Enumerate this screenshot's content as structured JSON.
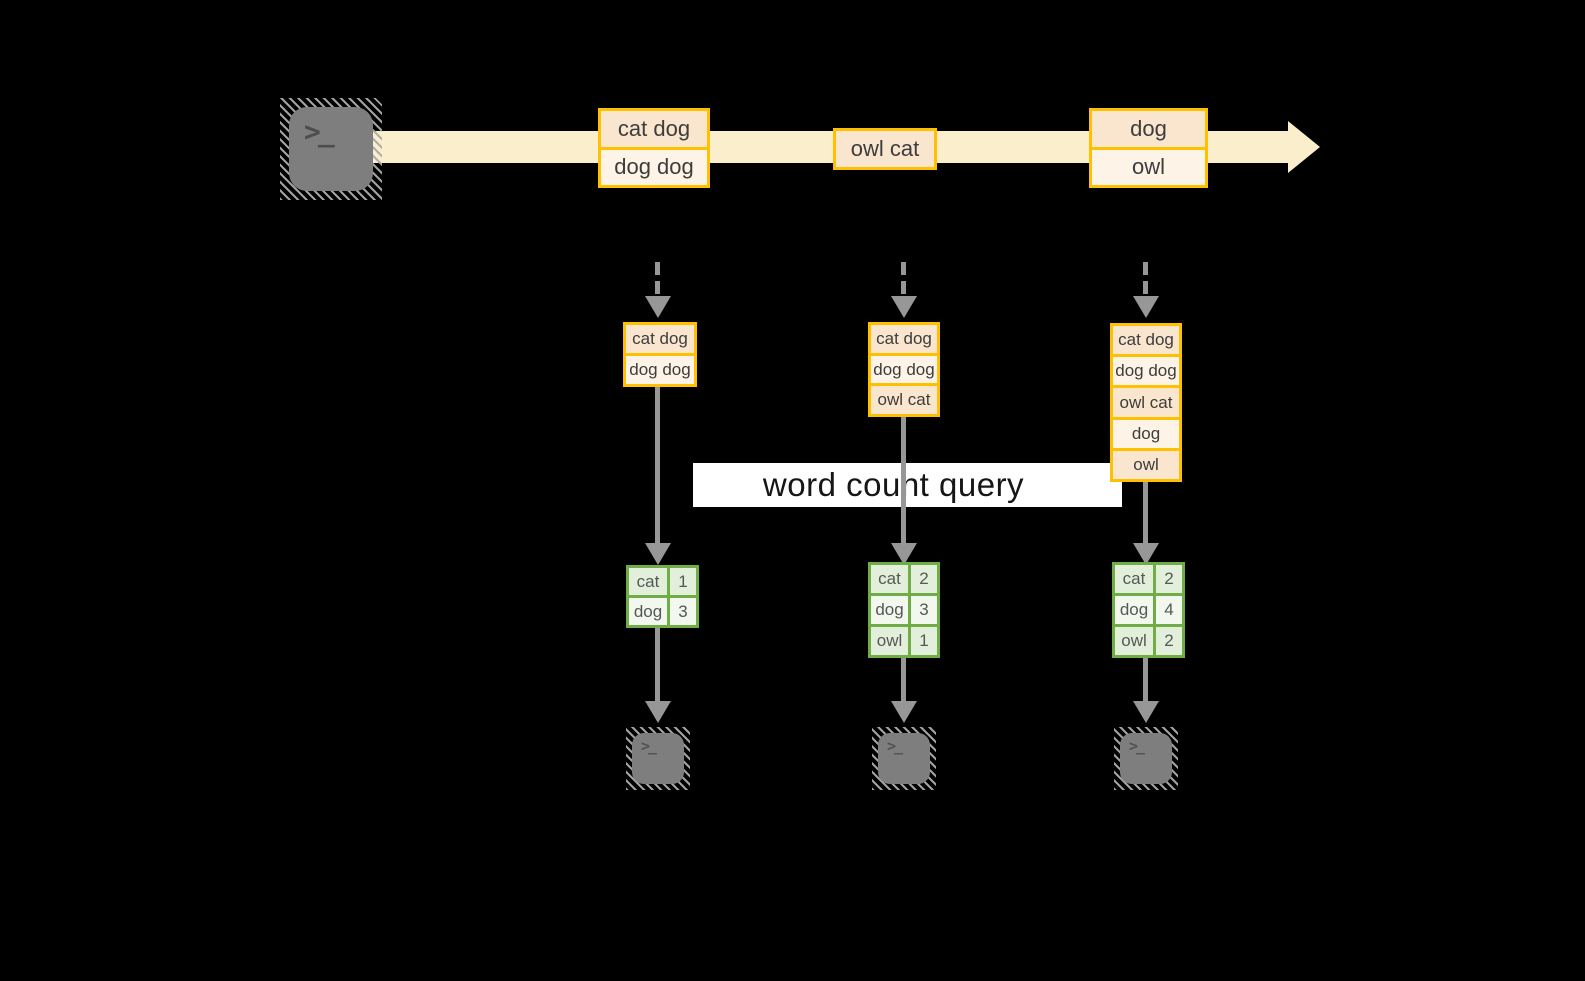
{
  "query": {
    "label": "word count query"
  },
  "stream": {
    "batches": [
      {
        "rows": [
          "cat dog",
          "dog dog"
        ]
      },
      {
        "rows": [
          "owl cat"
        ]
      },
      {
        "rows": [
          "dog",
          "owl"
        ]
      }
    ]
  },
  "snapshots": [
    {
      "input_rows": [
        "cat dog",
        "dog dog"
      ],
      "result": [
        {
          "word": "cat",
          "count": "1"
        },
        {
          "word": "dog",
          "count": "3"
        }
      ]
    },
    {
      "input_rows": [
        "cat dog",
        "dog dog",
        "owl cat"
      ],
      "result": [
        {
          "word": "cat",
          "count": "2"
        },
        {
          "word": "dog",
          "count": "3"
        },
        {
          "word": "owl",
          "count": "1"
        }
      ]
    },
    {
      "input_rows": [
        "cat dog",
        "dog dog",
        "owl cat",
        "dog",
        "owl"
      ],
      "result": [
        {
          "word": "cat",
          "count": "2"
        },
        {
          "word": "dog",
          "count": "4"
        },
        {
          "word": "owl",
          "count": "2"
        }
      ]
    }
  ],
  "icons": {
    "terminal_glyph": ">_"
  },
  "colors": {
    "background": "#000000",
    "stream_band": "#FAEECC",
    "box_border": "#FFC000",
    "row_dark": "#FAE5CF",
    "row_light": "#FDF3E6",
    "table_border": "#70AD47",
    "cell_dark": "#E2EFDA",
    "cell_light": "#F2F8EE",
    "arrow_gray": "#979797",
    "query_band": "#FFFFFF"
  }
}
